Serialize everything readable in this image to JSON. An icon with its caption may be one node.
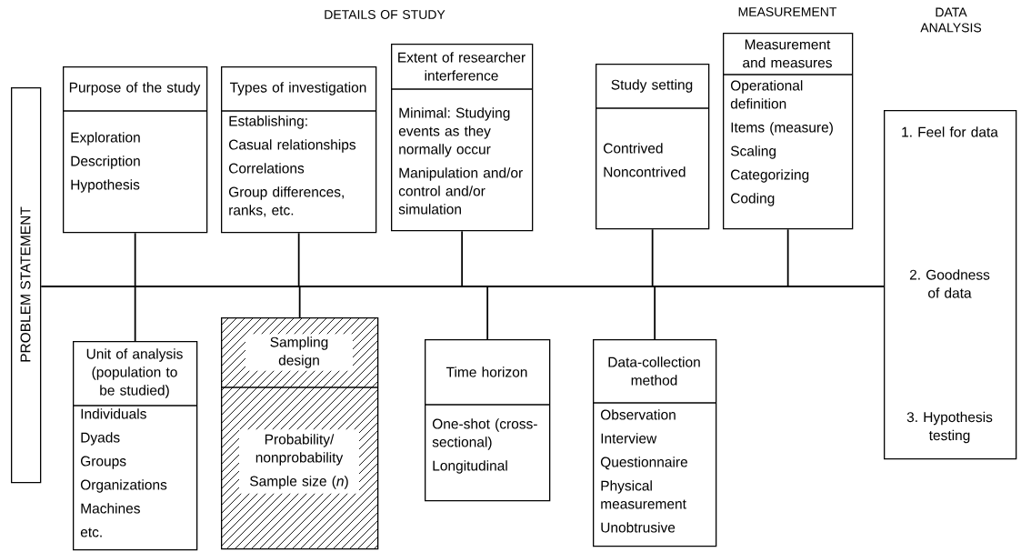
{
  "diagram": {
    "nodes": [
      {
        "text": [
          "PROBLEM STATEMENT"
        ]
      },
      {
        "text": [
          "Purpose of the study",
          "Exploration",
          "Description",
          "Hypothesis"
        ]
      },
      {
        "text": [
          "Types of investigation",
          "Establishing:",
          "Casual relationships",
          "Correlations",
          "Group differences, ranks, etc."
        ]
      },
      {
        "text": [
          "Extent of researcher interference",
          "Minimal: Studying events as they normally occur",
          "Manipulation and/or control and/or simulation"
        ]
      },
      {
        "text": [
          "Study setting",
          "Contrived",
          "Noncontrived"
        ]
      },
      {
        "text": [
          "Measurement and measures",
          "Operational definition",
          "Items (measure)",
          "Scaling",
          "Categorizing",
          "Coding"
        ]
      },
      {
        "text": [
          "1. Feel for data",
          "2. Goodness of data",
          "3. Hypothesis testing"
        ]
      },
      {
        "text": [
          "Unit of analysis (population to be studied)",
          "Individuals",
          "Dyads",
          "Groups",
          "Organizations",
          "Machines",
          "etc."
        ]
      },
      {
        "text": [
          "Sampling design",
          "Probability/ nonprobability",
          "Sample size (*n*)"
        ]
      },
      {
        "text": [
          "Time horizon",
          "One-shot (cross-sectional)",
          "Longitudinal"
        ]
      },
      {
        "text": [
          "Data-collection method",
          "Observation",
          "Interview",
          "Questionnaire",
          "Physical measurement",
          "Unobtrusive"
        ]
      }
    ],
    "edges": [
      {
        "from": 0,
        "to": 6,
        "arrow": "none"
      },
      {
        "from": 1,
        "to": 0,
        "arrow": "none"
      },
      {
        "from": 2,
        "to": 0,
        "arrow": "none"
      },
      {
        "from": 3,
        "to": 0,
        "arrow": "none"
      },
      {
        "from": 4,
        "to": 0,
        "arrow": "none"
      },
      {
        "from": 5,
        "to": 0,
        "arrow": "none"
      },
      {
        "from": 7,
        "to": 0,
        "arrow": "none"
      },
      {
        "from": 8,
        "to": 0,
        "arrow": "none"
      },
      {
        "from": 9,
        "to": 0,
        "arrow": "none"
      },
      {
        "from": 10,
        "to": 0,
        "arrow": "none"
      }
    ],
    "labels": [
      "DETAILS OF STUDY",
      "MEASUREMENT",
      "DATA ANALYSIS"
    ]
  }
}
